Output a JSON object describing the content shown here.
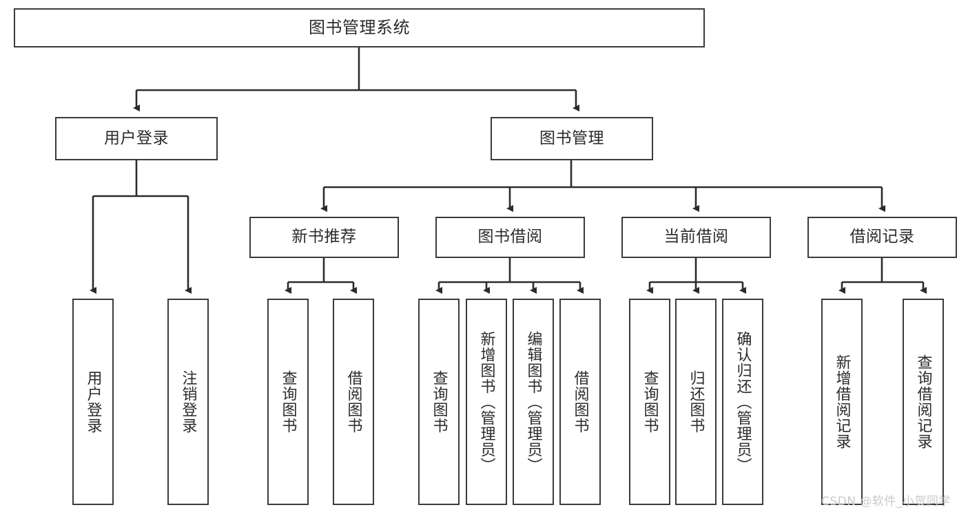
{
  "diagram": {
    "title": "图书管理系统",
    "type": "tree-hierarchy-chart",
    "root": {
      "label": "图书管理系统"
    },
    "level2": [
      {
        "label": "用户登录"
      },
      {
        "label": "图书管理"
      }
    ],
    "level3": [
      {
        "label": "新书推荐"
      },
      {
        "label": "图书借阅"
      },
      {
        "label": "当前借阅"
      },
      {
        "label": "借阅记录"
      }
    ],
    "leaves": {
      "user_login": [
        {
          "label": "用户登录"
        },
        {
          "label": "注销登录"
        }
      ],
      "new_book_recommend": [
        {
          "label": "查询图书"
        },
        {
          "label": "借阅图书"
        }
      ],
      "book_borrow": [
        {
          "label": "查询图书"
        },
        {
          "label": "新增图书（管理员）"
        },
        {
          "label": "编辑图书（管理员）"
        },
        {
          "label": "借阅图书"
        }
      ],
      "current_borrow": [
        {
          "label": "查询图书"
        },
        {
          "label": "归还图书"
        },
        {
          "label": "确认归还（管理员）"
        }
      ],
      "borrow_record": [
        {
          "label": "新增借阅记录"
        },
        {
          "label": "查询借阅记录"
        }
      ]
    }
  },
  "watermark": {
    "text": "CSDN @软件_小贺同学"
  },
  "colors": {
    "box_border": "#3a3a3a",
    "box_fill": "#ffffff",
    "edge": "#2b2b2b",
    "text": "#2b2b2b",
    "watermark": "#c9c9c9",
    "background": "#ffffff"
  }
}
